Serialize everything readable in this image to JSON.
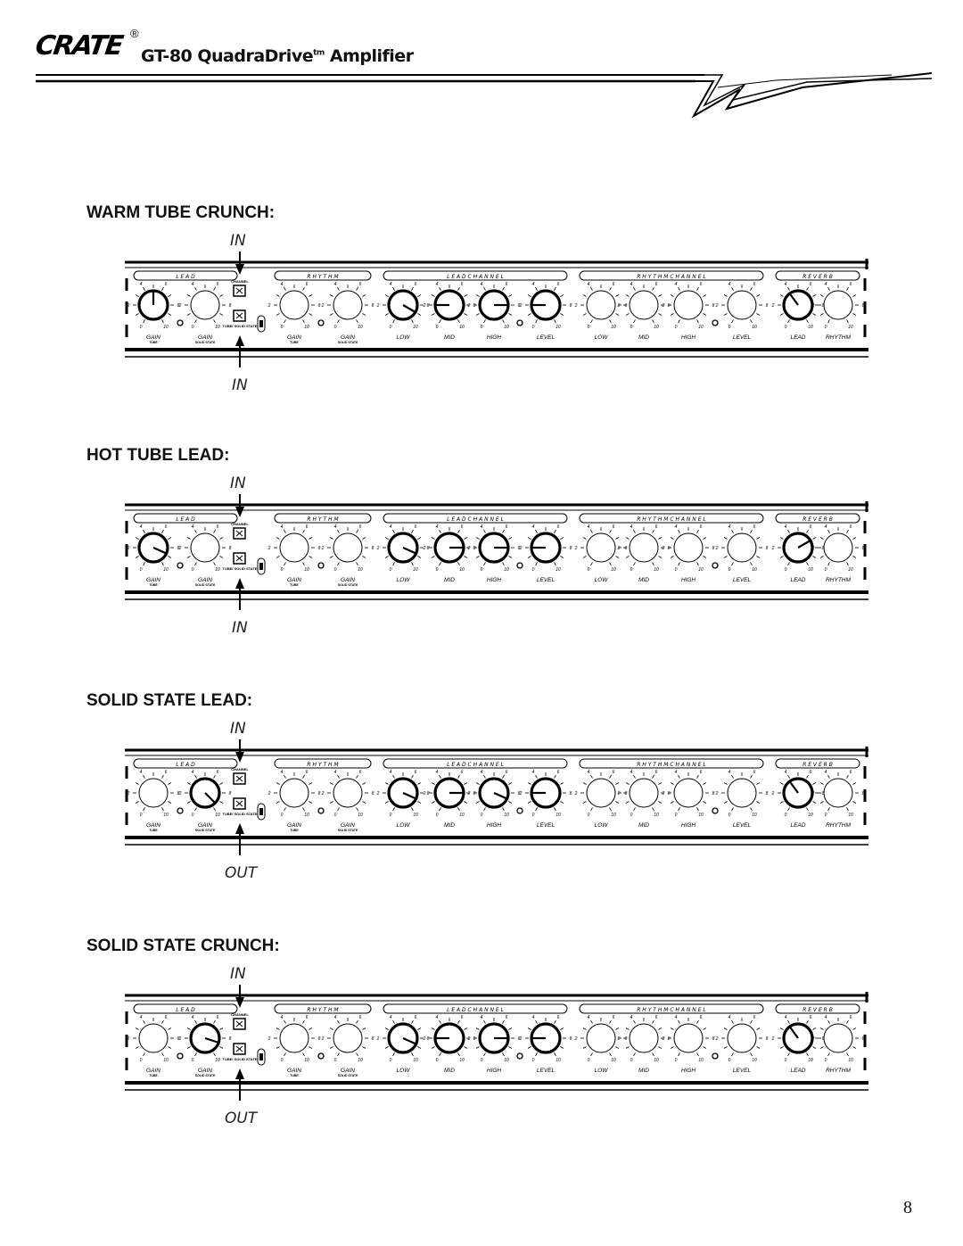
{
  "header": {
    "brand": "CRATE",
    "registered": "®",
    "title": "GT-80 QuadraDrive",
    "tm": "tm",
    "title_suffix": " Amplifier"
  },
  "panel_labels": {
    "sections": [
      "L E A D",
      "R H Y T H M",
      "L E A D   C H A N N E L",
      "R H Y T H M   C H A N N E L",
      "R E V E R B"
    ],
    "knobs": [
      {
        "label": "GAIN",
        "sub": "TUBE"
      },
      {
        "label": "GAIN",
        "sub": "SOLID STATE"
      },
      {
        "label": "GAIN",
        "sub": "TUBE"
      },
      {
        "label": "GAIN",
        "sub": "SOLID STATE"
      },
      {
        "label": "LOW",
        "sub": ""
      },
      {
        "label": "MID",
        "sub": ""
      },
      {
        "label": "HIGH",
        "sub": ""
      },
      {
        "label": "LEVEL",
        "sub": ""
      },
      {
        "label": "LOW",
        "sub": ""
      },
      {
        "label": "MID",
        "sub": ""
      },
      {
        "label": "HIGH",
        "sub": ""
      },
      {
        "label": "LEVEL",
        "sub": ""
      },
      {
        "label": "LEAD",
        "sub": ""
      },
      {
        "label": "RHYTHM",
        "sub": ""
      }
    ],
    "scale": [
      "0",
      "2",
      "4",
      "6",
      "8",
      "10"
    ],
    "channel_switch": "CHANNEL",
    "mode_switch": "TUBE/ SOLID STATE"
  },
  "settings": [
    {
      "title": "WARM TUBE CRUNCH:",
      "top": "IN",
      "bottom": "IN",
      "knob_values": [
        5,
        null,
        null,
        null,
        9,
        2,
        8,
        2,
        null,
        null,
        null,
        null,
        3.8,
        null
      ]
    },
    {
      "title": "HOT TUBE LEAD:",
      "top": "IN",
      "bottom": "IN",
      "knob_values": [
        8.8,
        null,
        null,
        null,
        8.8,
        8,
        8,
        2,
        null,
        null,
        null,
        null,
        7,
        null
      ]
    },
    {
      "title": "SOLID STATE LEAD:",
      "top": "IN",
      "bottom": "OUT",
      "knob_values": [
        null,
        9.5,
        null,
        null,
        8.8,
        8,
        8.8,
        2,
        null,
        null,
        null,
        null,
        3.8,
        null
      ]
    },
    {
      "title": "SOLID STATE CRUNCH:",
      "top": "IN",
      "bottom": "OUT",
      "knob_values": [
        null,
        8.6,
        null,
        null,
        8.8,
        2,
        8,
        2,
        null,
        null,
        null,
        null,
        3.8,
        null
      ]
    }
  ],
  "page_number": "8"
}
